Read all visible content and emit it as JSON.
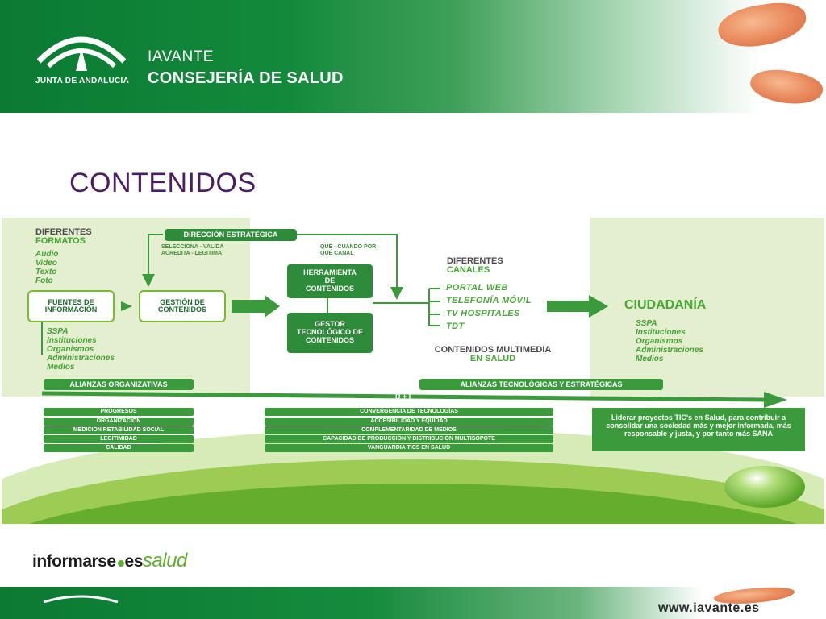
{
  "header": {
    "junta": "JUNTA DE ANDALUCIA",
    "iavante": "IAVANTE",
    "consejeria": "CONSEJERÍA DE SALUD"
  },
  "title": "CONTENIDOS",
  "diagram": {
    "formatos": {
      "line1": "DIFERENTES",
      "line2": "FORMATOS",
      "items": [
        "Audio",
        "Video",
        "Texto",
        "Foto"
      ]
    },
    "fuentes": "FUENTES DE INFORMACIÓN",
    "fuentes_items": [
      "SSPA",
      "Instituciones",
      "Organismos",
      "Administraciones",
      "Medios"
    ],
    "direccion": "DIRECCIÓN ESTRATÉGICA",
    "direccion_sub_left": "SELECCIONA - VALIDA ACREDITA - LEGITIMA",
    "direccion_sub_right": "QUÉ - CUÁNDO POR QUÉ CANAL",
    "gestion": "GESTIÓN DE CONTENIDOS",
    "herramienta": "HERRAMIENTA DE CONTENIDOS",
    "gestor": "GESTOR TECNOLÓGICO DE CONTENIDOS",
    "canales": {
      "line1": "DIFERENTES",
      "line2": "CANALES",
      "items": [
        "PORTAL WEB",
        "TELEFONÍA MÓVIL",
        "TV HOSPITALES",
        "TDT"
      ]
    },
    "multimedia": {
      "line1": "CONTENIDOS MULTIMEDIA",
      "line2": "EN SALUD"
    },
    "ciudadania": "CIUDADANÍA",
    "ciudadania_items": [
      "SSPA",
      "Instituciones",
      "Organismos",
      "Administraciones",
      "Medios"
    ],
    "alianzas_org": "ALIANZAS ORGANIZATIVAS",
    "alianzas_tec": "ALIANZAS TECNOLÓGICAS Y ESTRATÉGICAS",
    "di": "D + I",
    "left_bars": [
      "PROGRESOS",
      "ORGANIZACIÓN",
      "MEDICIÓN RETABILIDAD SOCIAL",
      "LEGITIMIDAD",
      "CALIDAD"
    ],
    "mid_bars": [
      "CONVERGENCIA DE TECNOLOGÍAS",
      "ACCESIBILIDAD Y EQUIDAD",
      "COMPLEMENTARIDAD DE MEDIOS",
      "CAPACIDAD DE PRODUCCIÓN Y DISTRIBUCIÓN MULTISOPOTE",
      "VANGUARDIA TICS EN SALUD"
    ],
    "mision": "Liderar proyectos TIC's en Salud, para contribuir a consolidar una sociedad más y mejor informada, más responsable y justa, y por tanto más SANA"
  },
  "footer": {
    "logo_a": "informarse",
    "logo_b": "es",
    "logo_c": "salud",
    "url": "www.iavante.es"
  },
  "colors": {
    "brand_green": "#0b7a33",
    "accent_green": "#78b833",
    "title_purple": "#4b1e63"
  }
}
